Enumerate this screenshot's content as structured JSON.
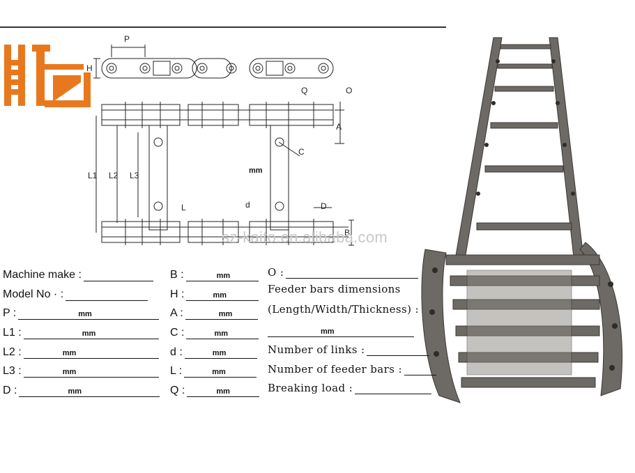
{
  "drawing": {
    "dim_labels": {
      "P": "P",
      "H": "H",
      "Q": "Q",
      "O": "O",
      "A": "A",
      "C": "C",
      "L1": "L1",
      "L2": "L2",
      "L3": "L3",
      "L": "L",
      "d": "d",
      "D": "D",
      "B": "B"
    },
    "center_unit": "mm"
  },
  "watermark": "sz-kaito.en.alibaba.com",
  "form": {
    "col1": [
      {
        "label": "Machine make :",
        "unit": ""
      },
      {
        "label": "Model No · :",
        "unit": ""
      },
      {
        "label": "P :",
        "unit": "mm"
      },
      {
        "label": "L1 :",
        "unit": "mm"
      },
      {
        "label": "L2 :",
        "unit": "mm"
      },
      {
        "label": "L3 :",
        "unit": "mm"
      },
      {
        "label": "D :",
        "unit": "mm"
      }
    ],
    "col2": [
      {
        "label": "B :",
        "unit": "mm"
      },
      {
        "label": "H :",
        "unit": "mm"
      },
      {
        "label": "A :",
        "unit": "mm"
      },
      {
        "label": "C :",
        "unit": "mm"
      },
      {
        "label": "d :",
        "unit": "mm"
      },
      {
        "label": "L :",
        "unit": "mm"
      },
      {
        "label": "Q :",
        "unit": "mm"
      }
    ],
    "col3": {
      "o_label": "O :",
      "feeder_title": "Feeder bars dimensions",
      "feeder_sub": "(Length/Width/Thickness) :",
      "feeder_unit": "mm",
      "links_label": "Number of links :",
      "bars_label": "Number of feeder bars :",
      "breaking_label": "Breaking load :"
    }
  },
  "colors": {
    "logo": "#e8781e",
    "line": "#222222",
    "steel": "#6d6a66"
  }
}
